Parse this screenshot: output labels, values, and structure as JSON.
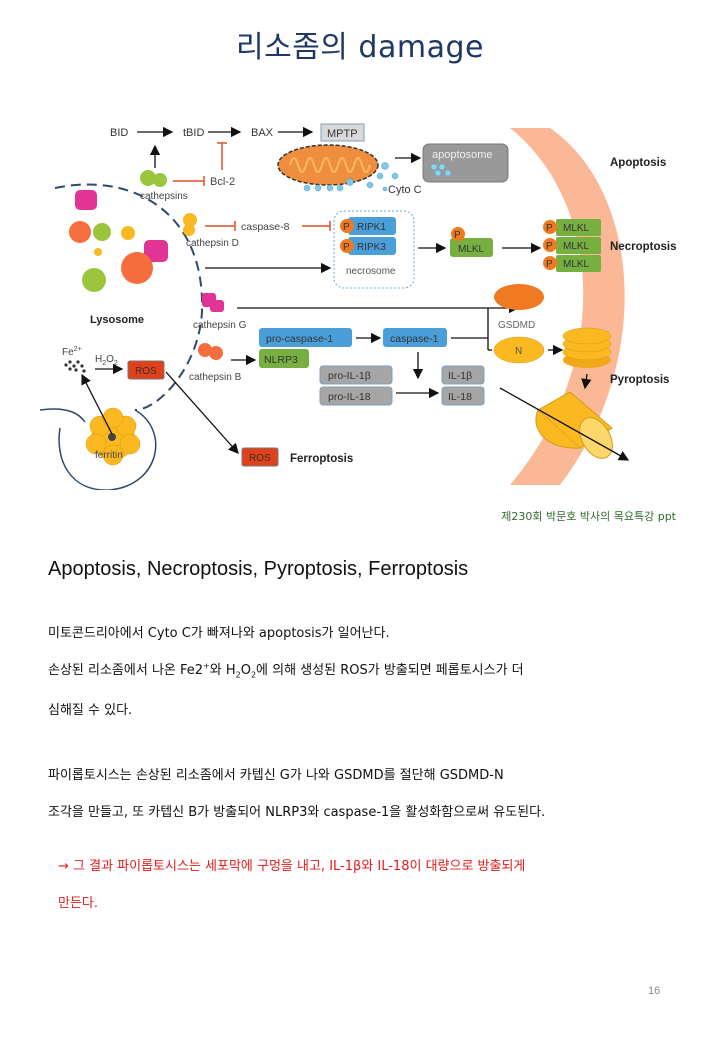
{
  "page": {
    "title": "리소좀의 damage",
    "source": "제230회 박문호 박사의 목요특강 ppt",
    "page_number": "16"
  },
  "diagram": {
    "labels": {
      "bid": "BID",
      "tbid": "tBID",
      "bax": "BAX",
      "mptp": "MPTP",
      "bcl2": "Bcl-2",
      "cathepsins": "cathepsins",
      "apoptosome": "apoptosome",
      "cyto_c": "Cyto C",
      "caspase8": "caspase-8",
      "cathepsin_d": "cathepsin D",
      "ripk1": "RIPK1",
      "ripk3": "RIPK3",
      "necrosome": "necrosome",
      "p": "P",
      "mlkl": "MLKL",
      "lysosome": "Lysosome",
      "cathepsin_g": "cathepsin G",
      "cathepsin_b": "cathepsin B",
      "pro_caspase1": "pro-caspase-1",
      "caspase1": "caspase-1",
      "nlrp3": "NLRP3",
      "gsdmd": "GSDMD",
      "n": "N",
      "pro_il1b": "pro-IL-1β",
      "pro_il18": "pro-IL-18",
      "il1b": "IL-1β",
      "il18": "IL-18",
      "fe": "Fe",
      "fe_sup": "2+",
      "h2o2_h": "H",
      "h2o2_2a": "2",
      "h2o2_o": "O",
      "h2o2_2b": "2",
      "ros": "ROS",
      "ferritin": "ferritin",
      "apoptosis": "Apoptosis",
      "necroptosis": "Necroptosis",
      "pyroptosis": "Pyroptosis",
      "ferroptosis": "Ferroptosis"
    },
    "colors": {
      "membrane": "#f9b08c",
      "blue_box": "#4a9fd8",
      "green_box": "#77b041",
      "gray_box": "#a6a6a6",
      "red_box": "#e0401a",
      "orange_p": "#f07a22",
      "yellow": "#fbb921",
      "inhibit": "#e0502a",
      "magenta": "#e03594"
    }
  },
  "content": {
    "heading": "Apoptosis,  Necroptosis, Pyroptosis, Ferroptosis",
    "p1": "미토콘드리아에서 Cyto C가 빠져나와 apoptosis가 일어난다.",
    "p2_a": "손상된 리소좀에서 나온 Fe2",
    "p2_sup": "+",
    "p2_b": "와 H",
    "p2_sub1": "2",
    "p2_c": "O",
    "p2_sub2": "2",
    "p2_d": "에 의해 생성된 ROS가 방출되면 페롭토시스가 더",
    "p3": "심해질 수 있다.",
    "p4": " 파이롭토시스는 손상된 리소좀에서 카텝신 G가 나와 GSDMD를 절단해 GSDMD-N",
    "p5": "조각을 만들고, 또 카텝신 B가 방출되어 NLRP3와 caspase-1을 활성화함으로써 유도된다.",
    "p6": "→ 그 결과 파이롭토시스는 세포막에 구멍을 내고, IL-1β와 IL-18이 대량으로 방출되게",
    "p7": "만든다."
  }
}
